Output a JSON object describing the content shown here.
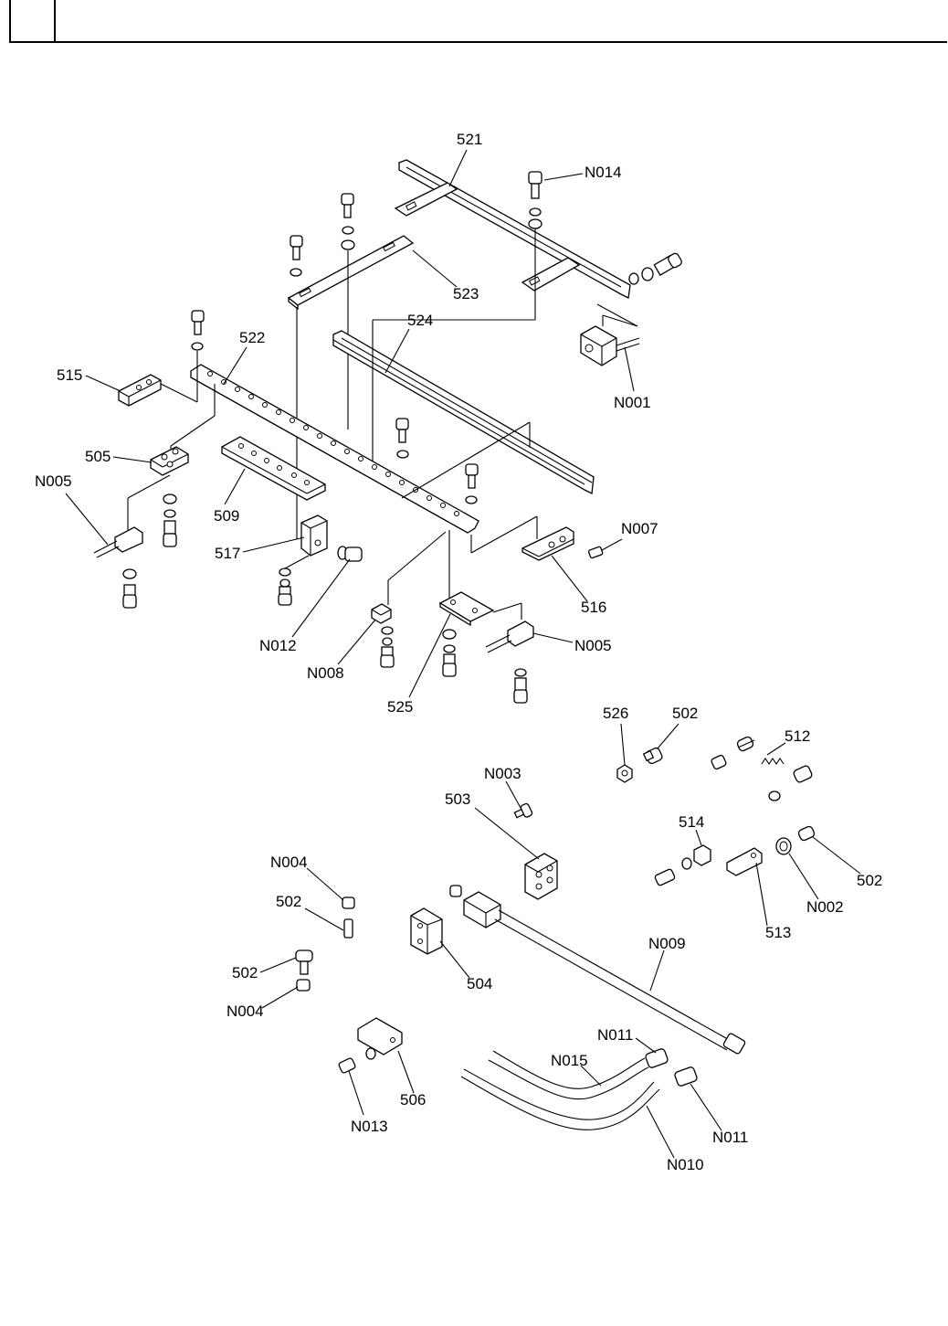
{
  "labels": {
    "l521": "521",
    "lN014": "N014",
    "l523": "523",
    "l524": "524",
    "l522": "522",
    "l515": "515",
    "lN001": "N001",
    "l505": "505",
    "lN005a": "N005",
    "l509": "509",
    "l517": "517",
    "lN007": "N007",
    "l516": "516",
    "lN012": "N012",
    "lN008": "N008",
    "l525": "525",
    "lN005b": "N005",
    "l526": "526",
    "l502a": "502",
    "l512": "512",
    "lN003": "N003",
    "l503": "503",
    "l514": "514",
    "l502b": "502",
    "lN002": "N002",
    "l513": "513",
    "lN004a": "N004",
    "l502c": "502",
    "l502d": "502",
    "l504": "504",
    "lN004b": "N004",
    "lN009": "N009",
    "lN011a": "N011",
    "lN015": "N015",
    "l506": "506",
    "lN013": "N013",
    "lN011b": "N011",
    "lN010": "N010"
  }
}
